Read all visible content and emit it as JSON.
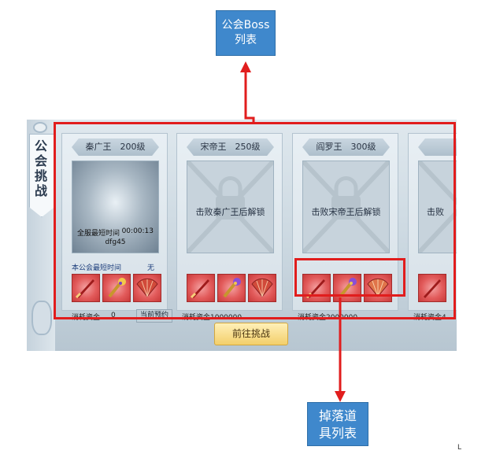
{
  "callouts": {
    "top_line1": "公会Boss",
    "top_line2": "列表",
    "bottom_line1": "掉落道",
    "bottom_line2": "具列表"
  },
  "panel": {
    "side_title": "公会挑战",
    "challenge_button": "前往挑战"
  },
  "cards": [
    {
      "title": "秦广王　200级",
      "fastest_label": "全服最短时间",
      "fastest_value": "00:00:13",
      "fastest_name": "dfg45",
      "guild_time_label": "本公会最短时间",
      "guild_time_value": "无",
      "cost_label": "消耗资金",
      "cost_value": "0",
      "reserve_label": "当前预约"
    },
    {
      "title": "宋帝王　250级",
      "lock_text": "击败秦广王后解锁",
      "cost_label": "消耗资金1000000"
    },
    {
      "title": "阎罗王　300级",
      "lock_text": "击败宋帝王后解锁",
      "cost_label": "消耗资金2000000"
    },
    {
      "title": "卞",
      "lock_text": "击败",
      "cost_label": "消耗资金4"
    }
  ],
  "item_icons": [
    "red-sword-icon",
    "golden-staff-icon",
    "fan-icon"
  ],
  "colors": {
    "callout_bg": "#3f88cc",
    "highlight_frame": "#e11d1d",
    "item_bg": "#e25b5b",
    "challenge_button": "#f3cf6b"
  },
  "corner_mark": "L"
}
